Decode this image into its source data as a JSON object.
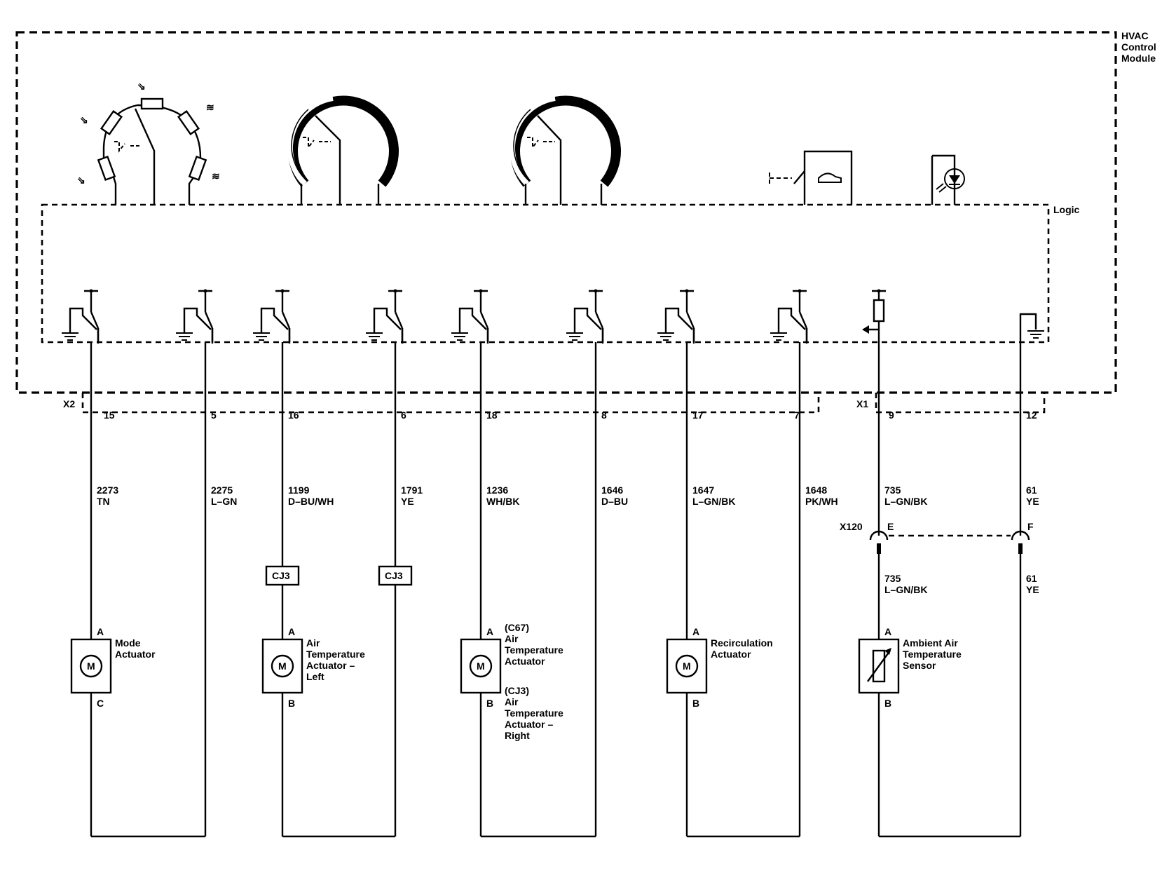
{
  "module": {
    "name_lines": [
      "HVAC",
      "Control",
      "Module"
    ],
    "logic_label": "Logic"
  },
  "connectors": {
    "x2": "X2",
    "x1": "X1",
    "x120": "X120"
  },
  "circuits": [
    {
      "pin": "15",
      "number": "2273",
      "color": "TN"
    },
    {
      "pin": "5",
      "number": "2275",
      "color": "L–GN"
    },
    {
      "pin": "16",
      "number": "1199",
      "color": "D–BU/WH"
    },
    {
      "pin": "6",
      "number": "1791",
      "color": "YE"
    },
    {
      "pin": "18",
      "number": "1236",
      "color": "WH/BK"
    },
    {
      "pin": "8",
      "number": "1646",
      "color": "D–BU"
    },
    {
      "pin": "17",
      "number": "1647",
      "color": "L–GN/BK"
    },
    {
      "pin": "7",
      "number": "1648",
      "color": "PK/WH"
    },
    {
      "pin": "9",
      "number": "735",
      "color": "L–GN/BK"
    },
    {
      "pin": "12",
      "number": "61",
      "color": "YE"
    }
  ],
  "x120_pins": [
    "E",
    "F"
  ],
  "lower_circuits": [
    {
      "number": "735",
      "color": "L–GN/BK"
    },
    {
      "number": "61",
      "color": "YE"
    }
  ],
  "splice": "CJ3",
  "motor_symbol": "M",
  "components": [
    {
      "pin_top": "A",
      "pin_bottom": "C",
      "name_lines": [
        "Mode",
        "Actuator"
      ]
    },
    {
      "pin_top": "A",
      "pin_bottom": "B",
      "name_lines": [
        "Air",
        "Temperature",
        "Actuator –",
        "Left"
      ]
    },
    {
      "pin_top": "A",
      "pin_bottom": "B",
      "name_lines": [
        "(C67)",
        "Air",
        "Temperature",
        "Actuator"
      ],
      "alt_lines": [
        "(CJ3)",
        "Air",
        "Temperature",
        "Actuator –",
        "Right"
      ]
    },
    {
      "pin_top": "A",
      "pin_bottom": "B",
      "name_lines": [
        "Recirculation",
        "Actuator"
      ]
    },
    {
      "pin_top": "A",
      "pin_bottom": "B",
      "name_lines": [
        "Ambient Air",
        "Temperature",
        "Sensor"
      ]
    }
  ],
  "icons": [
    "mode-selector-icon",
    "temp-left-dial-icon",
    "temp-right-dial-icon",
    "recirculation-switch-icon",
    "indicator-led-icon"
  ]
}
